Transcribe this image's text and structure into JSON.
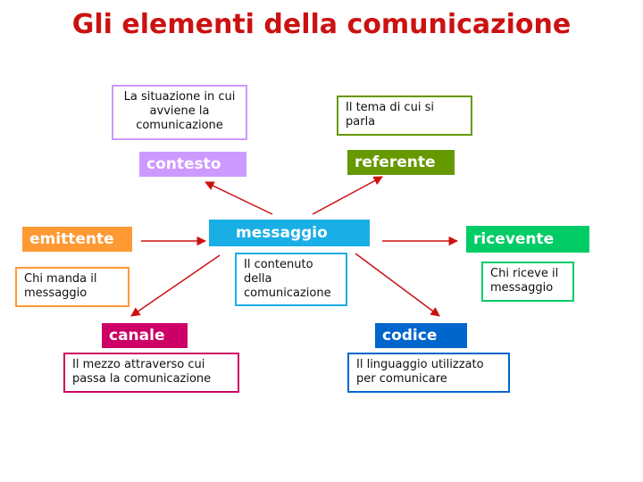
{
  "title": "Gli elementi della comunicazione",
  "colors": {
    "title": "#cc1111",
    "contesto": "#cc99ff",
    "referente": "#669900",
    "emittente": "#ff9933",
    "messaggio": "#1aaee6",
    "ricevente": "#00cc66",
    "canale": "#cc0066",
    "codice": "#0066cc",
    "arrow": "#cc1111"
  },
  "nodes": {
    "contesto": {
      "label": "contesto",
      "description": "La situazione in cui avviene la comunicazione"
    },
    "referente": {
      "label": "referente",
      "description": "Il tema di cui si parla"
    },
    "emittente": {
      "label": "emittente",
      "description": "Chi manda il messaggio"
    },
    "messaggio": {
      "label": "messaggio",
      "description": "Il contenuto della comunicazione"
    },
    "ricevente": {
      "label": "ricevente",
      "description": "Chi riceve il messaggio"
    },
    "canale": {
      "label": "canale",
      "description": "Il mezzo attraverso cui passa la comunicazione"
    },
    "codice": {
      "label": "codice",
      "description": "Il linguaggio utilizzato per comunicare"
    }
  }
}
